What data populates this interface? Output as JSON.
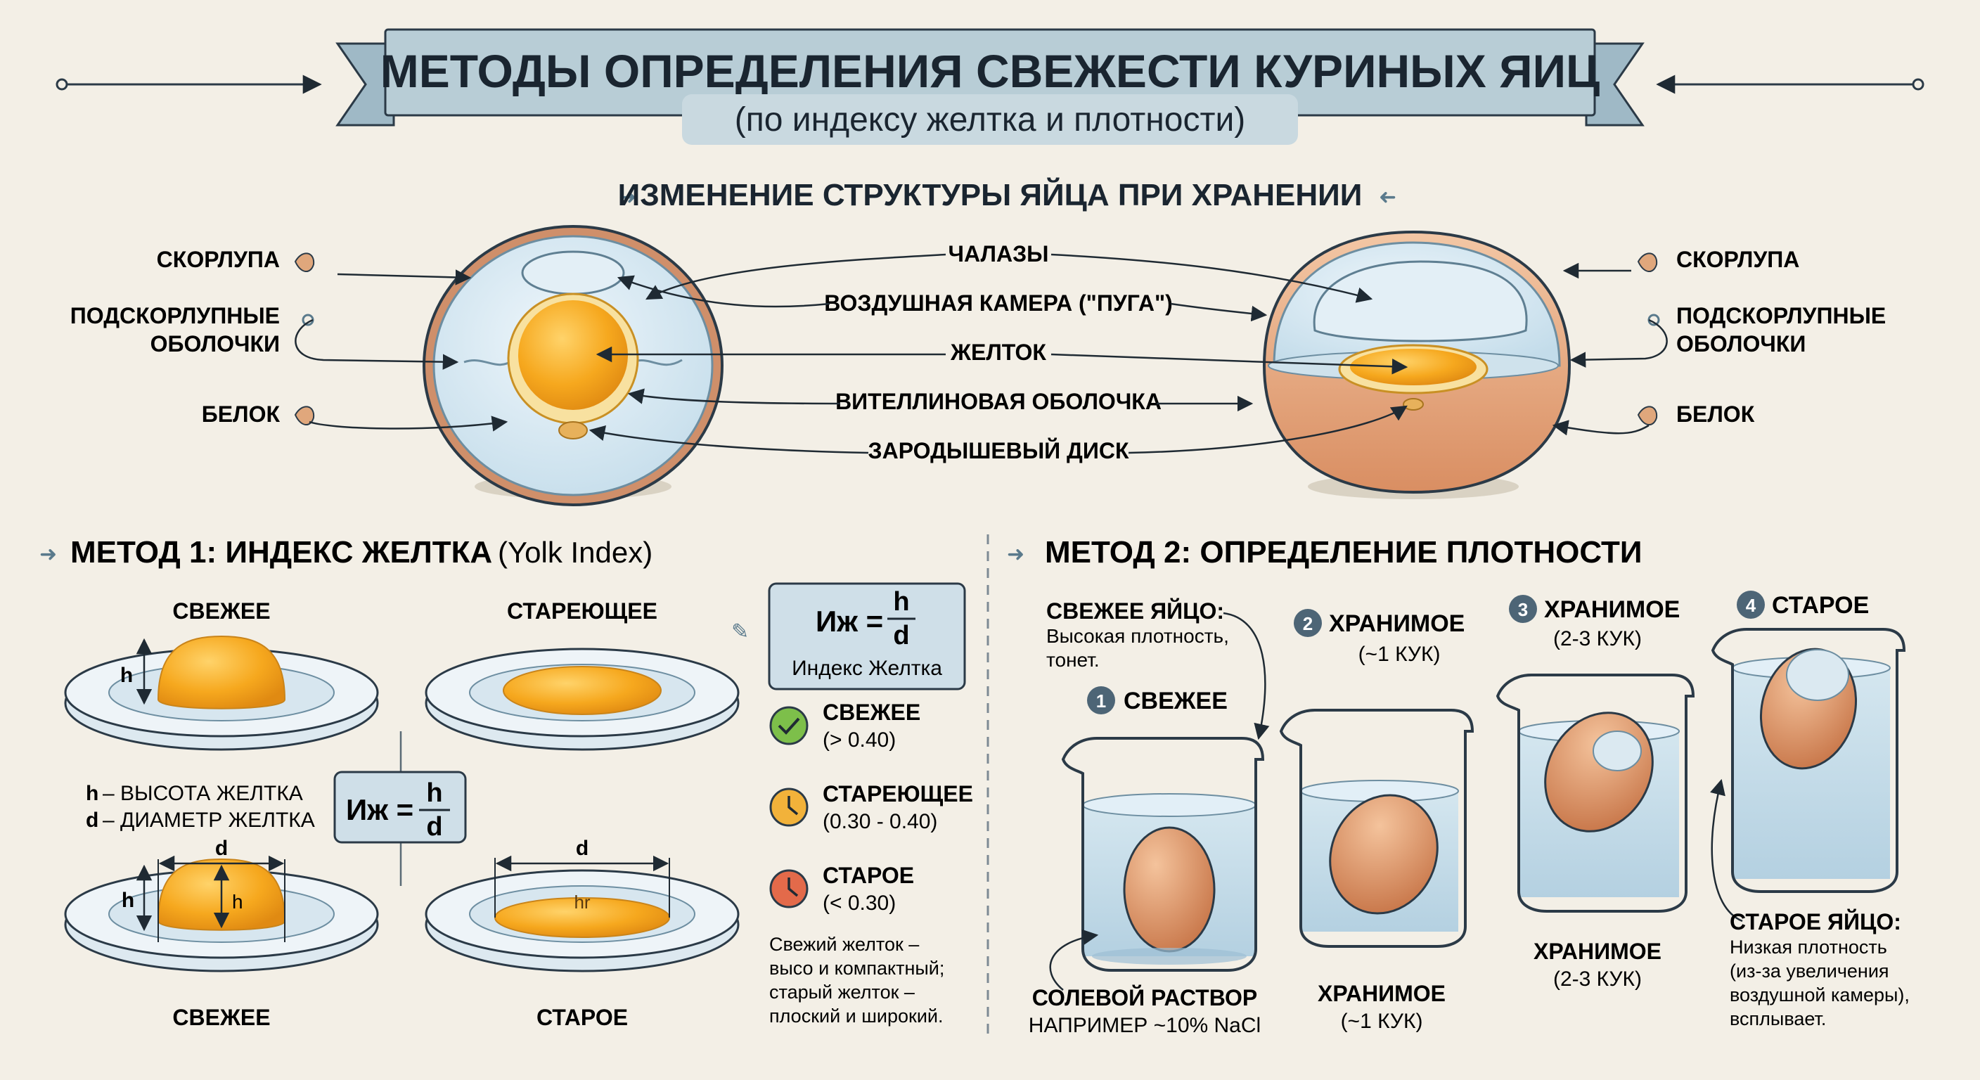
{
  "header": {
    "title": "МЕТОДЫ ОПРЕДЕЛЕНИЯ СВЕЖЕСТИ КУРИНЫХ ЯИЦ",
    "subtitle": "(по индексу желтка и плотности)"
  },
  "structure": {
    "heading": "ИЗМЕНЕНИЕ СТРУКТУРЫ ЯЙЦА ПРИ ХРАНЕНИИ",
    "left_labels": {
      "shell": "СКОРЛУПА",
      "membranes_line1": "ПОДСКОРЛУПНЫЕ",
      "membranes_line2": "ОБОЛОЧКИ",
      "albumen": "БЕЛОК"
    },
    "center_labels": {
      "chalazae": "ЧАЛАЗЫ",
      "air_cell": "ВОЗДУШНАЯ КАМЕРА (\"ПУГА\")",
      "yolk": "ЖЕЛТОК",
      "vitelline": "ВИТЕЛЛИНОВАЯ ОБОЛОЧКА",
      "germ_disc": "ЗАРОДЫШЕВЫЙ ДИСК"
    },
    "right_labels": {
      "shell": "СКОРЛУПА",
      "membranes_line1": "ПОДСКОРЛУПНЫЕ",
      "membranes_line2": "ОБОЛОЧКИ",
      "albumen": "БЕЛОК"
    }
  },
  "method1": {
    "heading": "МЕТОД 1: ИНДЕКС ЖЕЛТКА",
    "heading_en": "(Yolk Index)",
    "plate_fresh_top": "СВЕЖЕЕ",
    "plate_aging_top": "СТАРЕЮЩЕЕ",
    "plate_fresh_bottom": "СВЕЖЕЕ",
    "plate_old_bottom": "СТАРОЕ",
    "h": "h",
    "d": "d",
    "hr": "hr",
    "legend_h_symbol": "h",
    "legend_h_text": "– ВЫСОТА ЖЕЛТКА",
    "legend_d_symbol": "d",
    "legend_d_text": "– ДИАМЕТР ЖЕЛТКА",
    "formula_lhs": "Иж =",
    "formula_num": "h",
    "formula_den": "d",
    "formula_caption": "Индекс Желтка",
    "grades": [
      {
        "title": "СВЕЖЕЕ",
        "range": "(> 0.40)",
        "color": "#7dbf4a"
      },
      {
        "title": "СТАРЕЮЩЕЕ",
        "range": "(0.30 - 0.40)",
        "color": "#f2b23a"
      },
      {
        "title": "СТАРОЕ",
        "range": "(< 0.30)",
        "color": "#e36a4a"
      }
    ],
    "note_lines": [
      "Свежий желток –",
      "высо и компактный;",
      "старый желток –",
      "плоский и широкий."
    ]
  },
  "method2": {
    "heading": "МЕТОД 2: ОПРЕДЕЛЕНИЕ ПЛОТНОСТИ",
    "fresh_note_title": "СВЕЖЕЕ ЯЙЦО:",
    "fresh_note_lines": [
      "Высокая плотность,",
      "тонет."
    ],
    "beakers": [
      {
        "num": "1",
        "title": "СВЕЖЕЕ",
        "sub": ""
      },
      {
        "num": "2",
        "title": "ХРАНИМОЕ",
        "sub": "(~1 КУК)"
      },
      {
        "num": "3",
        "title": "ХРАНИМОЕ",
        "sub": "(2-3 КУК)"
      },
      {
        "num": "4",
        "title": "СТАРОЕ",
        "sub": ""
      }
    ],
    "solution_title": "СОЛЕВОЙ РАСТВОР",
    "solution_sub": "НАПРИМЕР ~10% NaCl",
    "bottom_stored1_title": "ХРАНИМОЕ",
    "bottom_stored1_sub": "(~1 КУК)",
    "bottom_stored2_title": "ХРАНИМОЕ",
    "bottom_stored2_sub": "(2-3 КУК)",
    "old_note_title": "СТАРОЕ ЯЙЦО:",
    "old_note_lines": [
      "Низкая плотность",
      "(из-за увеличения",
      "воздушной камеры),",
      "всплывает."
    ]
  },
  "colors": {
    "background": "#f3efe6",
    "banner": "#b8cdd6",
    "yolk": "#f5a623",
    "shell": "#d9956b",
    "water": "#bcd9ea",
    "ink": "#1f2a33"
  }
}
